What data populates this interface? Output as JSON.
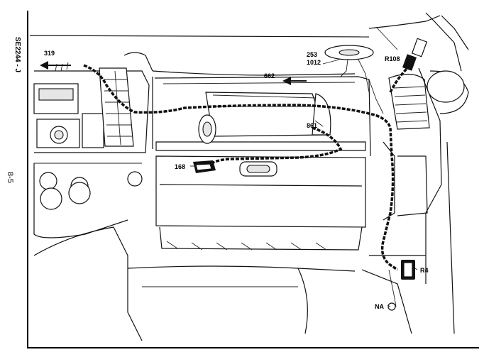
{
  "page_number": "8-5",
  "reference_code": "SE2244 - J",
  "callouts": {
    "c319": "319",
    "c253": "253",
    "c1012": "1012",
    "c662": "662",
    "cR108": "R108",
    "c861": "861",
    "c168": "168",
    "cR4": "R4",
    "cNA": "NA"
  }
}
